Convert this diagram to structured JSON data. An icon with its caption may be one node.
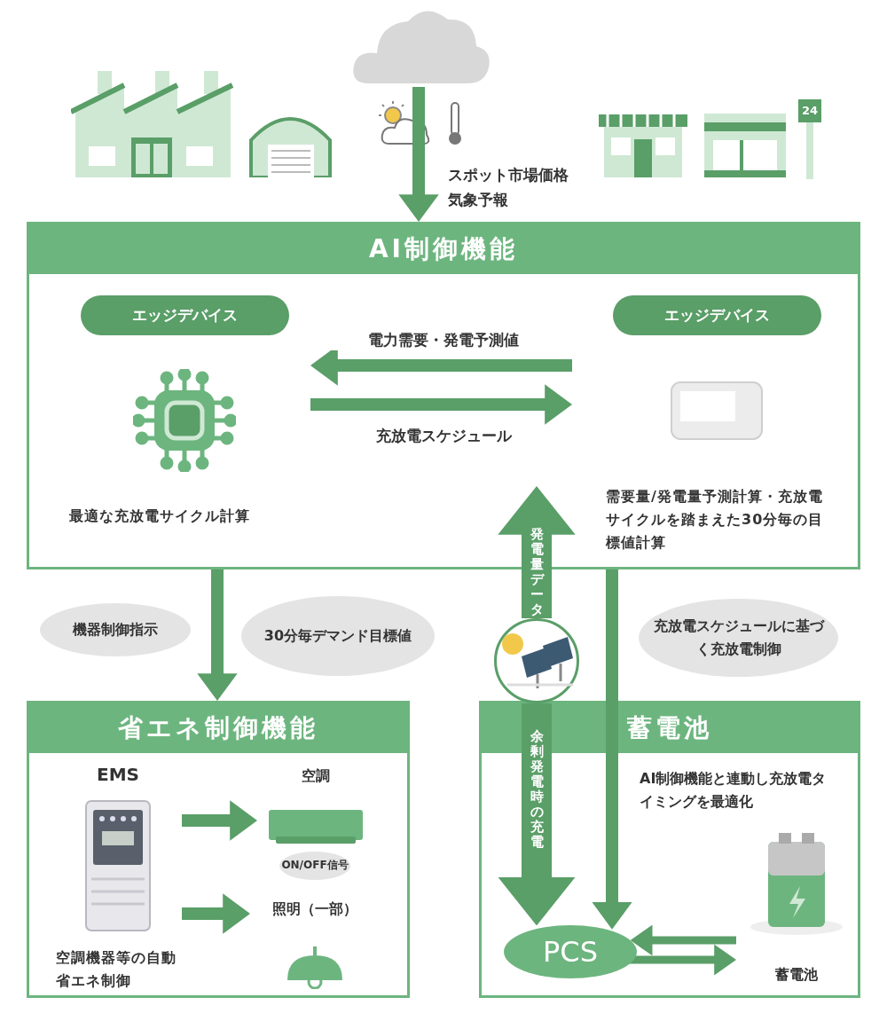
{
  "diagram": {
    "nodes": [
      {
        "text": [],
        "shape": "picture"
      },
      {
        "text": [],
        "shape": "picture"
      },
      {
        "text": [],
        "shape": "cloud"
      },
      {
        "text": [],
        "shape": "picture"
      },
      {
        "text": [],
        "shape": "picture"
      },
      {
        "text": [
          "AI制御機能"
        ]
      },
      {
        "text": [
          "エッジデバイス",
          "最適な充放電サイクル計算"
        ],
        "in": 5
      },
      {
        "text": [
          "エッジデバイス",
          "需要量/発電量予測計算・充放電サイクルを踏まえた30分毎の目標値計算"
        ],
        "in": 5
      },
      {
        "text": [
          "省エネ制御機能"
        ]
      },
      {
        "text": [
          "EMS",
          "空調機器等の自動省エネ制御"
        ],
        "in": 8
      },
      {
        "text": [
          "空調"
        ],
        "in": 8
      },
      {
        "text": [
          "ON/OFF信号"
        ],
        "in": 8
      },
      {
        "text": [
          "照明（一部）"
        ],
        "in": 8
      },
      {
        "text": [
          "蓄電池"
        ],
        "beside": [
          "AI制御機能と連動し充放電タイミングを最適化"
        ]
      },
      {
        "text": [
          "PCS"
        ],
        "in": 13
      },
      {
        "text": [
          "蓄電池"
        ],
        "in": 13
      },
      {
        "text": [],
        "shape": "picture"
      },
      {
        "text": [
          "機器制御指示"
        ]
      },
      {
        "text": [
          "30分毎デマンド目標値"
        ]
      },
      {
        "text": [
          "充放電スケジュールに基づく充放電制御"
        ]
      }
    ],
    "edges": [
      {
        "from": 2,
        "to": 5,
        "arrow": "to",
        "label": "スポット市場価格気象予報"
      },
      {
        "from": 7,
        "to": 6,
        "arrow": "to",
        "label": "電力需要・発電予測値"
      },
      {
        "from": 6,
        "to": 7,
        "arrow": "to",
        "label": "充放電スケジュール"
      },
      {
        "from": 5,
        "to": 8,
        "arrow": "to"
      },
      {
        "from": 16,
        "to": 5,
        "arrow": "to",
        "label": "発電量データ"
      },
      {
        "from": 16,
        "to": 14,
        "arrow": "to",
        "label": "余剰発電時の充電"
      },
      {
        "from": 5,
        "to": 14,
        "arrow": "to"
      },
      {
        "from": 9,
        "to": 10,
        "arrow": "to"
      },
      {
        "from": 9,
        "to": 12,
        "arrow": "to"
      },
      {
        "from": 15,
        "to": 14,
        "arrow": "to"
      },
      {
        "from": 14,
        "to": 15,
        "arrow": "to"
      }
    ],
    "labels": [
      "24"
    ]
  }
}
